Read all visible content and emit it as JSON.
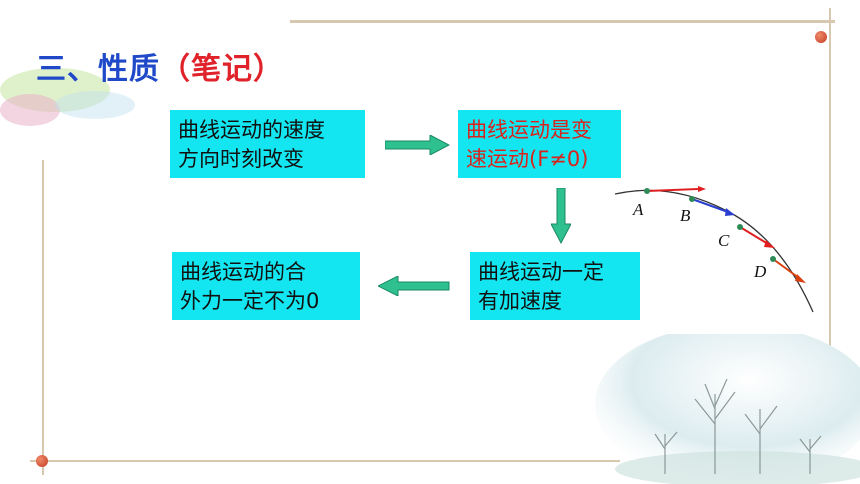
{
  "title": {
    "prefix": "三、性质",
    "suffix": "（笔记）"
  },
  "boxes": {
    "box1": {
      "line1": "曲线运动的速度",
      "line2": "方向时刻改变"
    },
    "box2": {
      "line1": "曲线运动是变",
      "line2": "速运动(F≠0)"
    },
    "box3": {
      "line1": "曲线运动一定",
      "line2": "有加速度"
    },
    "box4": {
      "line1": "曲线运动的合",
      "line2": "外力一定不为0"
    }
  },
  "diagram": {
    "points": [
      "A",
      "B",
      "C",
      "D"
    ],
    "colors": {
      "velocity_red": "#e02020",
      "velocity_blue": "#2a3fcf",
      "point_green": "#2e8b57",
      "curve": "#333333"
    }
  },
  "colors": {
    "box_bg": "#13e6f0",
    "arrow_fill": "#2fc090",
    "title_blue": "#1f49c8",
    "title_red": "#e0222a"
  },
  "icons": {
    "arrow_right": "right-arrow-icon",
    "arrow_down": "down-arrow-icon",
    "arrow_left": "left-arrow-icon"
  }
}
